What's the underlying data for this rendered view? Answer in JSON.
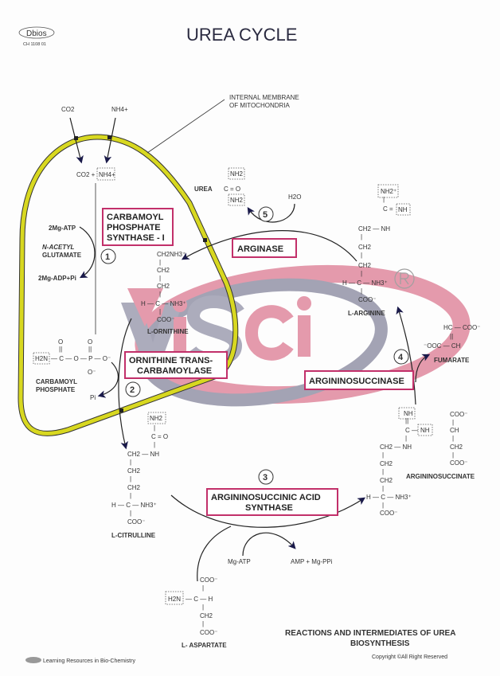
{
  "header": {
    "title": "UREA CYCLE",
    "logo": "Dbios",
    "code": "CH 1108 01"
  },
  "membrane_label": [
    "INTERNAL MEMBRANE",
    "OF MITOCHONDRIA"
  ],
  "inputs": {
    "co2": "CO2",
    "nh4": "NH4+",
    "combined_co2": "CO2 +",
    "combined_nh4": "NH4+"
  },
  "enzymes": {
    "cps1": [
      "CARBAMOYL",
      "PHOSPHATE",
      "SYNTHASE - I"
    ],
    "otc": [
      "ORNITHINE TRANS-",
      "CARBAMOYLASE"
    ],
    "ass": [
      "ARGININOSUCCINIC ACID",
      "SYNTHASE"
    ],
    "asl": "ARGININOSUCCINASE",
    "arginase": "ARGINASE"
  },
  "steps": [
    "1",
    "2",
    "3",
    "4",
    "5"
  ],
  "step1": {
    "atp": "2Mg-ATP",
    "cofactor": [
      "N-ACETYL",
      "GLUTAMATE"
    ],
    "adp": "2Mg-ADP+Pi"
  },
  "carbamoyl_phosphate": {
    "h2n": "H2N",
    "chain": "— C — O — P — O⁻",
    "o1": "O",
    "o2": "O",
    "dbl1": "||",
    "dbl2": "||",
    "om": "O⁻",
    "name": [
      "CARBAMOYL",
      "PHOSPHATE"
    ],
    "pi": "Pi"
  },
  "ornithine": {
    "lines": [
      "CH2NH3⁺",
      "|",
      "CH2",
      "|",
      "CH2",
      "|",
      "H — C — NH3⁺",
      "|",
      "COO⁻"
    ],
    "name": "L-ORNITHINE"
  },
  "citrulline": {
    "top": "NH2",
    "lines": [
      "|",
      "C = O",
      "|",
      "CH2 — NH",
      "|",
      "CH2",
      "|",
      "CH2",
      "|",
      "H — C — NH3⁺",
      "|",
      "COO⁻"
    ],
    "name": "L-CITRULLINE"
  },
  "aspartate": {
    "lines": [
      "COO⁻",
      "|",
      "— C — H",
      "|",
      "CH2",
      "|",
      "COO⁻"
    ],
    "h2n": "H2N",
    "name": "L- ASPARTATE"
  },
  "step3": {
    "atp": "Mg-ATP",
    "products": "AMP + Mg-PPi"
  },
  "argininosuccinate": {
    "nh": "NH",
    "left": [
      "||",
      "C —",
      "|",
      "CH2 — NH",
      "|",
      "CH2",
      "|",
      "CH2",
      "|",
      "H — C — NH3⁺",
      "|",
      "COO⁻"
    ],
    "nh2": "NH",
    "right": [
      "COO⁻",
      "|",
      "CH",
      "|",
      "CH2",
      "|",
      "COO⁻"
    ],
    "name": "ARGININOSUCCINATE"
  },
  "fumarate": {
    "lines": [
      "HC — COO⁻",
      "||",
      "⁻OOC — CH"
    ],
    "name": "FUMARATE"
  },
  "arginine": {
    "top": "NH2⁺",
    "c": "C =",
    "nh": "NH",
    "lines": [
      "CH2 — NH",
      "|",
      "CH2",
      "|",
      "CH2",
      "|",
      "H — C — NH3⁺",
      "|",
      "COO⁻"
    ],
    "name": "L-ARGININE"
  },
  "urea": {
    "label": "UREA",
    "nh2a": "NH2",
    "c": "C = O",
    "nh2b": "NH2",
    "water": "H2O"
  },
  "footer": {
    "caption": [
      "REACTIONS AND INTERMEDIATES OF UREA",
      "BIOSYNTHESIS"
    ],
    "copyright": "Copyright ©All Right  Reserved",
    "brand": "Learning Resources in Bio-Chemistry"
  },
  "watermark": "ViSci",
  "colors": {
    "membrane": "#d8d820",
    "enzyme_border": "#c2306a",
    "arrow": "#1a1a4a",
    "watermark_red": "#d04a6a",
    "watermark_gray": "#5a5a7a"
  }
}
